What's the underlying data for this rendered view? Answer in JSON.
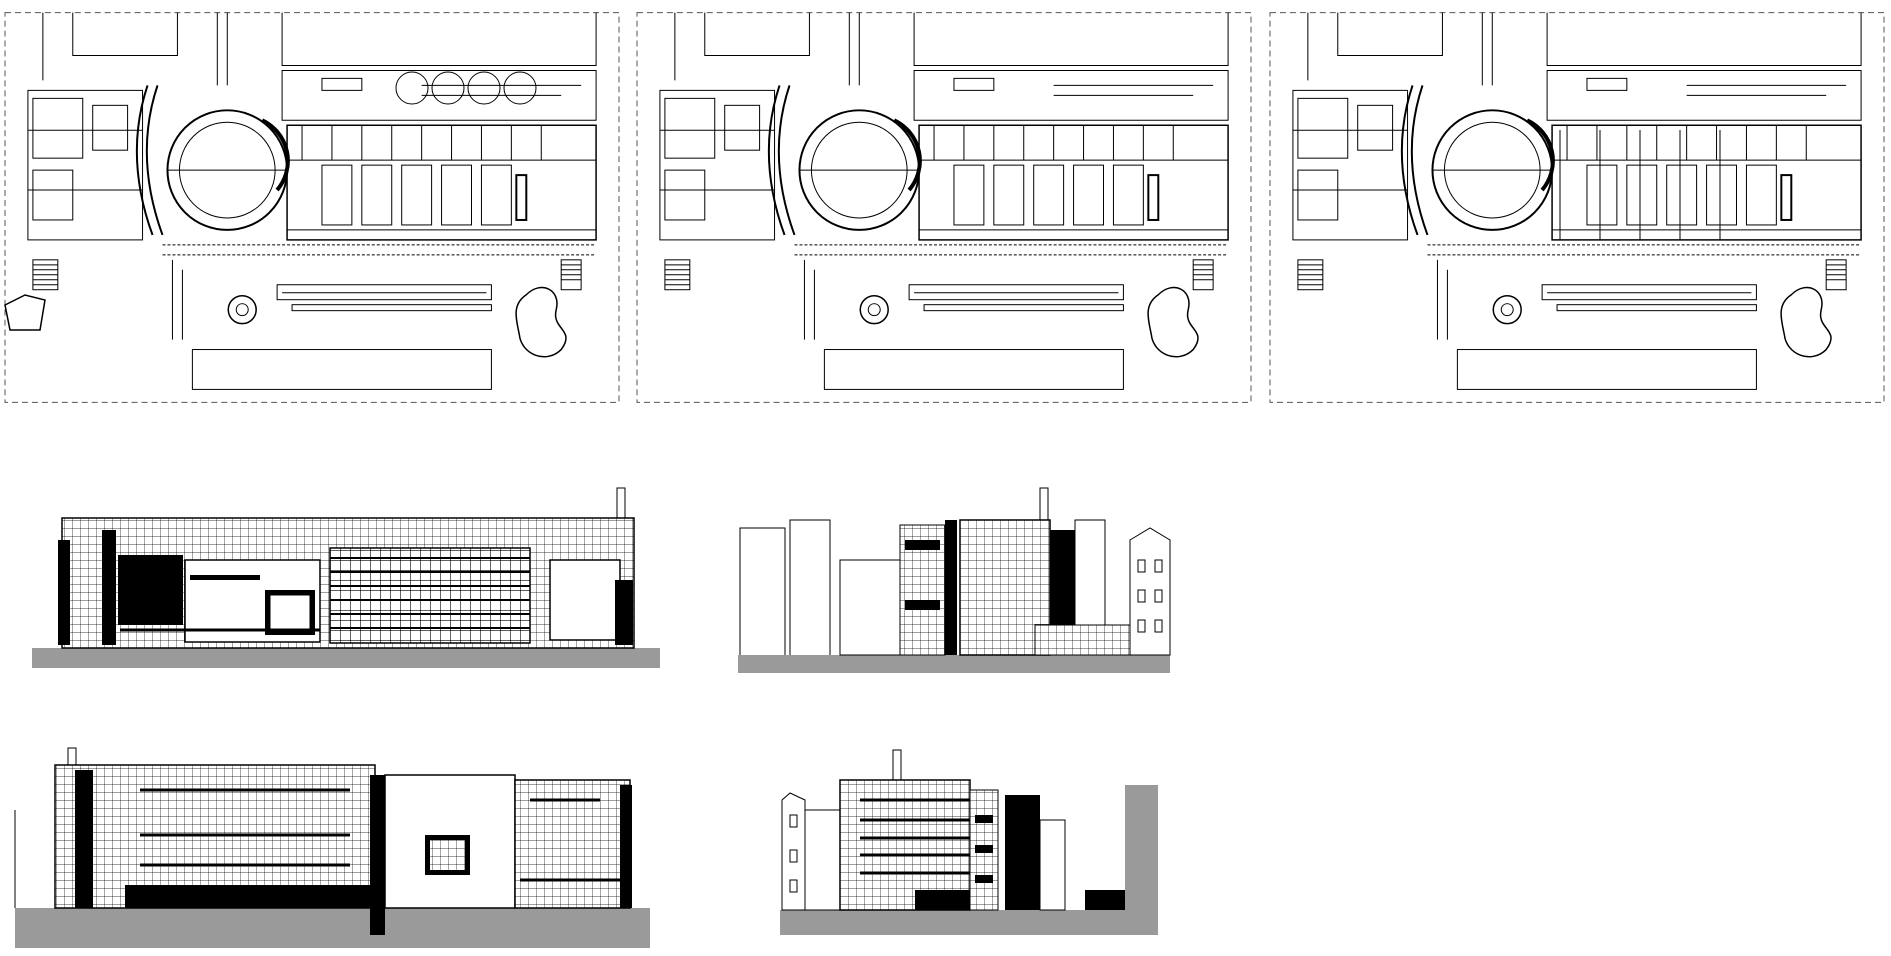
{
  "sheet": {
    "type": "architectural drawing sheet",
    "background": "#ffffff",
    "line_color": "#000000",
    "ground_color": "#9a9a9a",
    "frame_style": "dashed"
  },
  "plans": [
    {
      "id": "plan-1",
      "variant": 1
    },
    {
      "id": "plan-2",
      "variant": 2
    },
    {
      "id": "plan-3",
      "variant": 3
    }
  ],
  "elevations": [
    {
      "id": "elevation-long-front"
    },
    {
      "id": "elevation-short-side-a"
    },
    {
      "id": "elevation-long-rear"
    },
    {
      "id": "elevation-short-side-b"
    }
  ]
}
